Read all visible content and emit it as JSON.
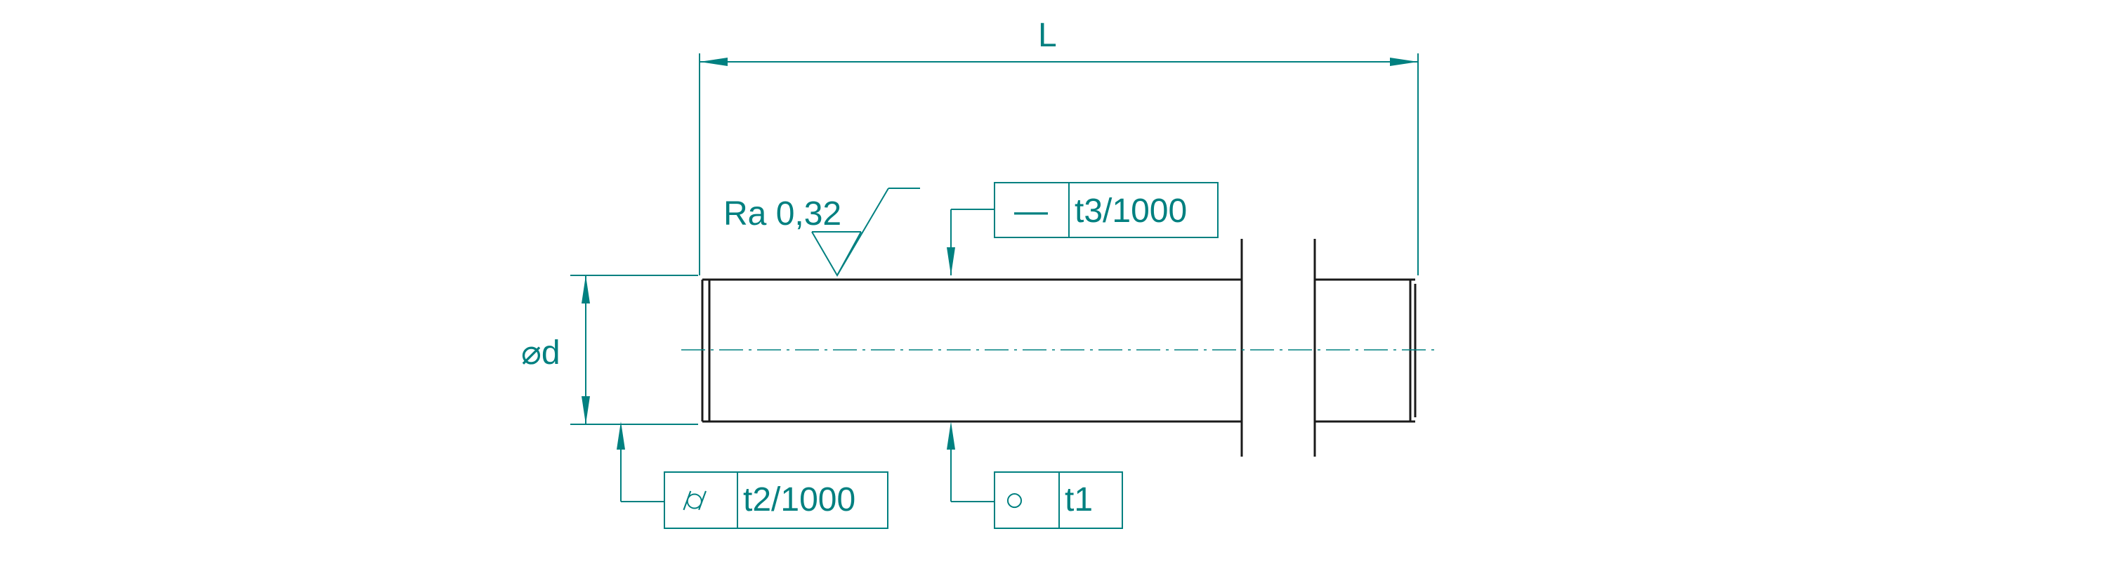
{
  "drawing": {
    "length_label": "L",
    "diameter_label": "⌀d",
    "roughness_label": "Ra 0,32",
    "straightness": {
      "symbol": "—",
      "tolerance": "t3/1000"
    },
    "runout": {
      "symbol": "⌭",
      "tolerance": "t2/1000"
    },
    "roundness": {
      "symbol": "○",
      "tolerance": "t1"
    },
    "colors": {
      "annotation": "#008080",
      "part_outline": "#1a1a1a"
    }
  }
}
